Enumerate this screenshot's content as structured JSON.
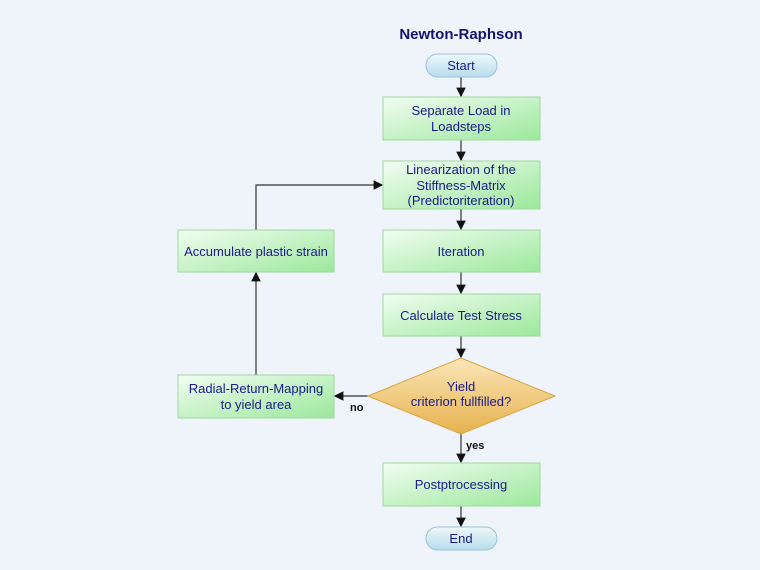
{
  "title": "Newton-Raphson",
  "nodes": {
    "start": [
      "Start"
    ],
    "separate": [
      "Separate Load in",
      "Loadsteps"
    ],
    "linearization": [
      "Linearization of the",
      "Stiffness-Matrix",
      "(Predictoriteration)"
    ],
    "iteration": [
      "Iteration"
    ],
    "calculate": [
      "Calculate Test Stress"
    ],
    "decision": [
      "Yield",
      "criterion fullfilled?"
    ],
    "postprocessing": [
      "Postptrocessing"
    ],
    "end": [
      "End"
    ],
    "accumulate": [
      "Accumulate plastic strain"
    ],
    "radial": [
      "Radial-Return-Mapping",
      "to yield area"
    ]
  },
  "edge_labels": {
    "no": "no",
    "yes": "yes"
  },
  "colors": {
    "process_fill": "#b8f0b8",
    "decision_fill": "#eec56e",
    "terminal_fill": "#cfe8f3",
    "text": "#1a1a8c",
    "background": "#eff3fa"
  }
}
